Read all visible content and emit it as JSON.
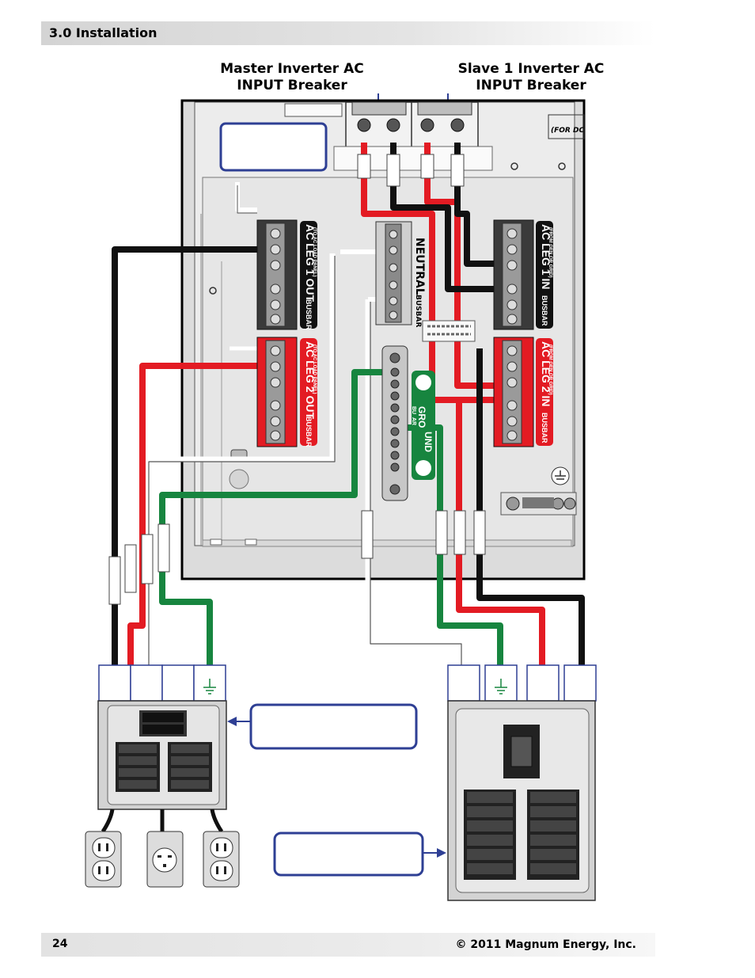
{
  "header": {
    "section_title": "3.0 Installation"
  },
  "labels": {
    "master_line1": "Master Inverter AC",
    "master_line2": "INPUT Breaker",
    "slave_line1": "Slave 1 Inverter AC",
    "slave_line2": "INPUT Breaker"
  },
  "busbars": {
    "leg1_out_main": "AC LEG 1 OUT",
    "leg1_out_busbar": "BUSBAR",
    "leg1_out_sub": "(TO AC LOAD PANEL)",
    "leg2_out_main": "AC LEG 2 OUT",
    "leg2_out_busbar": "BUSBAR",
    "leg2_out_sub": "(TO AC LOAD PANEL)",
    "leg1_in_main": "AC LEG 1 IN",
    "leg1_in_busbar": "BUSBAR",
    "leg1_in_sub": "(FROM GEN OR GRID)",
    "leg2_in_main": "AC LEG 2 IN",
    "leg2_in_busbar": "BUSBAR",
    "leg2_in_sub": "(FROM GEN OR GRID)",
    "neutral": "NEUTRAL",
    "neutral_busbar": "BUSBAR",
    "ground_a": "GRO",
    "ground_b": "UND",
    "ground_c": "BU",
    "ground_d": "AR",
    "for_dc": "(FOR DC"
  },
  "colors": {
    "hot_red": "#e31b23",
    "hot_black": "#111111",
    "ground_green": "#17853f",
    "callout_blue": "#2e3f94",
    "busbar_red": "#e31b23",
    "busbar_black": "#111111",
    "ground_bar": "#17853f"
  },
  "footer": {
    "page_number": "24",
    "copyright": "© 2011 Magnum Energy, Inc."
  }
}
